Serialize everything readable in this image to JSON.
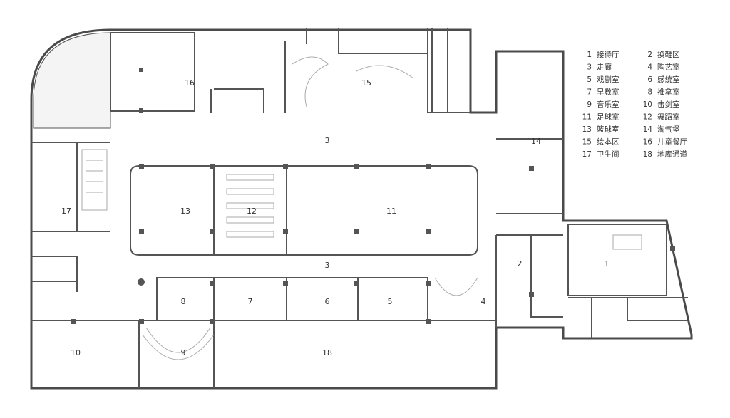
{
  "room_labels": {
    "r1": "1",
    "r2": "2",
    "r3a": "3",
    "r3b": "3",
    "r4": "4",
    "r5": "5",
    "r6": "6",
    "r7": "7",
    "r8": "8",
    "r9": "9",
    "r10": "10",
    "r11": "11",
    "r12": "12",
    "r13": "13",
    "r14": "14",
    "r15": "15",
    "r16": "16",
    "r17": "17",
    "r18": "18"
  },
  "legend": [
    {
      "num": "1",
      "name": "接待厅"
    },
    {
      "num": "2",
      "name": "换鞋区"
    },
    {
      "num": "3",
      "name": "走廊"
    },
    {
      "num": "4",
      "name": "陶艺室"
    },
    {
      "num": "5",
      "name": "戏剧室"
    },
    {
      "num": "6",
      "name": "感统室"
    },
    {
      "num": "7",
      "name": "早教室"
    },
    {
      "num": "8",
      "name": "推拿室"
    },
    {
      "num": "9",
      "name": "音乐室"
    },
    {
      "num": "10",
      "name": "击剑室"
    },
    {
      "num": "11",
      "name": "足球室"
    },
    {
      "num": "12",
      "name": "舞蹈室"
    },
    {
      "num": "13",
      "name": "篮球室"
    },
    {
      "num": "14",
      "name": "淘气堡"
    },
    {
      "num": "15",
      "name": "绘本区"
    },
    {
      "num": "16",
      "name": "儿童餐厅"
    },
    {
      "num": "17",
      "name": "卫生间"
    },
    {
      "num": "18",
      "name": "地库通道"
    }
  ]
}
